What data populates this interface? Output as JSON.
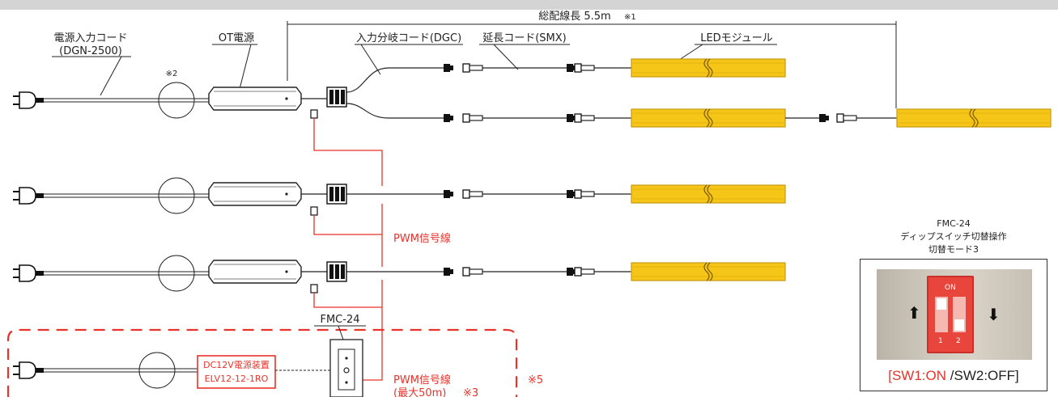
{
  "labels": {
    "total_length": "総配線長 5.5m",
    "total_length_note": "※1",
    "power_cord_line1": "電源入力コード",
    "power_cord_line2": "(DGN-2500)",
    "ot_power": "OT電源",
    "branch_cord": "入力分岐コード(DGC)",
    "extension_cord": "延長コード(SMX)",
    "led_module": "LEDモジュール",
    "note2": "※2",
    "pwm_signal": "PWM信号線",
    "fmc24": "FMC-24",
    "dc_power_line1": "DC12V電源装置",
    "dc_power_line2": "ELV12-12-1RO",
    "pwm_signal2_line1": "PWM信号線",
    "pwm_signal2_line2": "(最大50m)",
    "note3": "※3",
    "note5": "※5"
  },
  "dip_panel": {
    "title_line1": "FMC-24",
    "title_line2": "ディップスイッチ切替操作",
    "title_line3": "切替モード3",
    "on_text": "ON",
    "num1": "1",
    "num2": "2",
    "caption_open": "[",
    "caption_sw1": "SW1:ON",
    "caption_sw2": " /SW2:OFF]",
    "sw1_state": "ON",
    "sw2_state": "OFF"
  },
  "colors": {
    "signal_red": "#e8332b",
    "led_yellow": "#f5c518",
    "led_edge": "#c99a10",
    "top_band": "#d4d4d4"
  },
  "icons": [
    "plug-icon",
    "arrow-up-icon",
    "arrow-down-icon"
  ]
}
